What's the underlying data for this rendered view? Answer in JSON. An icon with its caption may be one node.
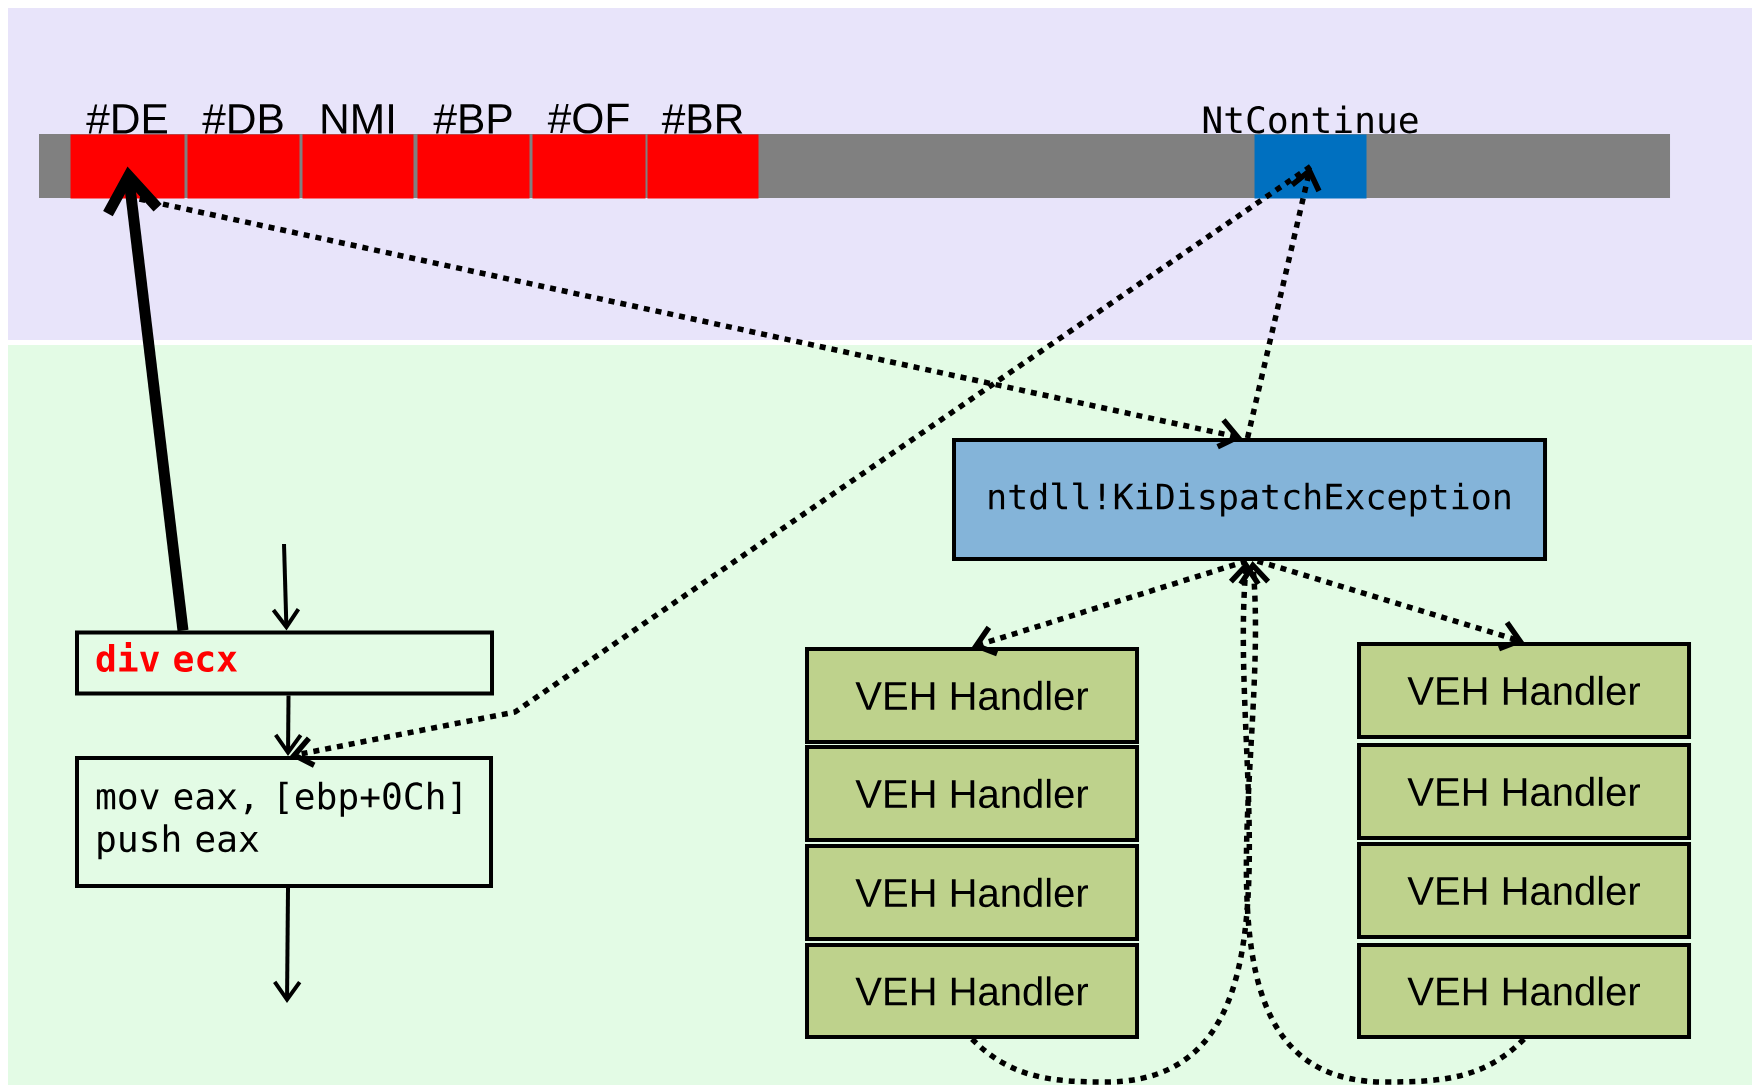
{
  "diagram": {
    "nodes": [
      {
        "text": [
          "#DE"
        ]
      },
      {
        "text": [
          "#DB"
        ]
      },
      {
        "text": [
          "NMI"
        ]
      },
      {
        "text": [
          "#BP"
        ]
      },
      {
        "text": [
          "#OF"
        ]
      },
      {
        "text": [
          "#BR"
        ]
      },
      {
        "text": [
          "NtContinue"
        ]
      },
      {
        "text": [
          "ntdll!KiDispatchException"
        ]
      },
      {
        "text": [
          "div ecx"
        ]
      },
      {
        "text": [
          "mov eax, [ebp+0Ch]",
          "push eax"
        ]
      },
      {
        "text": [
          "VEH Handler"
        ]
      },
      {
        "text": [
          "VEH Handler"
        ]
      },
      {
        "text": [
          "VEH Handler"
        ]
      },
      {
        "text": [
          "VEH Handler"
        ]
      },
      {
        "text": [
          "VEH Handler"
        ]
      },
      {
        "text": [
          "VEH Handler"
        ]
      },
      {
        "text": [
          "VEH Handler"
        ]
      },
      {
        "text": [
          "VEH Handler"
        ]
      }
    ],
    "edges": [
      {
        "from": 8,
        "to": 0,
        "arrow": "to",
        "style": "thick"
      },
      {
        "from": 0,
        "to": 7,
        "arrow": "to",
        "style": "dashed"
      },
      {
        "from": 7,
        "to": 6,
        "arrow": "to",
        "style": "dashed"
      },
      {
        "from": 6,
        "to": 9,
        "arrow": "to",
        "style": "dashed"
      },
      {
        "from": 7,
        "to": 10,
        "arrow": "to",
        "style": "dashed"
      },
      {
        "from": 7,
        "to": 14,
        "arrow": "to",
        "style": "dashed"
      },
      {
        "from": 13,
        "to": 7,
        "arrow": "to",
        "style": "dashed"
      },
      {
        "from": 17,
        "to": 7,
        "arrow": "to",
        "style": "dashed"
      },
      {
        "from": null,
        "to": 8,
        "arrow": "to"
      },
      {
        "from": 8,
        "to": 9,
        "arrow": "to"
      },
      {
        "from": 9,
        "to": null,
        "arrow": "to"
      }
    ]
  }
}
